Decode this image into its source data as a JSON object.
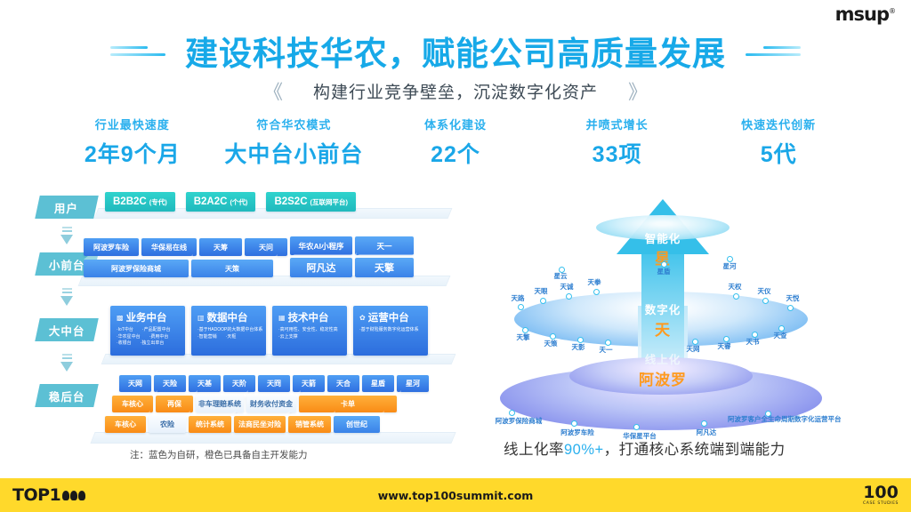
{
  "brand": {
    "name": "msup",
    "mark": "®"
  },
  "header": {
    "title": "建设科技华农，赋能公司高质量发展",
    "subtitle": "构建行业竞争壁垒，沉淀数字化资产",
    "guillemet_left": "《",
    "guillemet_right": "》"
  },
  "metrics": [
    {
      "caption": "行业最快速度",
      "value": "2年9个月"
    },
    {
      "caption": "符合华农模式",
      "value": "大中台小前台"
    },
    {
      "caption": "体系化建设",
      "value": "22个"
    },
    {
      "caption": "并喷式增长",
      "value": "33项"
    },
    {
      "caption": "快速迭代创新",
      "value": "5代"
    }
  ],
  "architecture": {
    "stages": [
      "用户",
      "小前台",
      "大中台",
      "稳后台"
    ],
    "user_row": [
      {
        "label": "B2B2C",
        "sub": "(专代)"
      },
      {
        "label": "B2A2C",
        "sub": "(个代)"
      },
      {
        "label": "B2S2C",
        "sub": "(互联网平台)"
      }
    ],
    "front_left_top": [
      "阿波罗车险",
      "华保易在线",
      "天筹",
      "天问"
    ],
    "front_left_bottom": [
      "阿波罗保险商城",
      "天策"
    ],
    "front_right_top": [
      "华农AI小程序",
      "天一"
    ],
    "front_right_bottom": [
      "阿凡达",
      "天擎"
    ],
    "middle_platforms": [
      {
        "icon": "briefcase-icon",
        "title": "业务中台",
        "bullets": [
          "IoT中台",
          "产品配置中台",
          "华农星中台",
          "费用中台",
          "收银台",
          "独立出单台"
        ]
      },
      {
        "icon": "bar-chart-icon",
        "title": "数据中台",
        "bullets": [
          "基于HADOOP的大数据中台体系",
          "智能营销",
          "天枢"
        ]
      },
      {
        "icon": "chip-icon",
        "title": "技术中台",
        "bullets": [
          "高可用性、安全性、稳定性高",
          "云上支撑"
        ]
      },
      {
        "icon": "gear-icon",
        "title": "运营中台",
        "bullets": [
          "基于财险服务数字化运营体系"
        ]
      }
    ],
    "back_row_1": [
      "天网",
      "天险",
      "天基",
      "天阶",
      "天冏",
      "天箭",
      "天合",
      "星盾",
      "星河"
    ],
    "back_row_2": [
      {
        "label": "车核心",
        "color": "orange"
      },
      {
        "label": "再保",
        "color": "orange"
      },
      {
        "label": "非车理赔系统",
        "color": "white"
      },
      {
        "label": "财务收付资金",
        "color": "white"
      },
      {
        "label": "卡单",
        "color": "orange"
      }
    ],
    "back_row_3": [
      {
        "label": "车核心",
        "color": "orange"
      },
      {
        "label": "农险",
        "color": "white"
      },
      {
        "label": "统计系统",
        "color": "orange"
      },
      {
        "label": "法商民坐对险",
        "color": "orange"
      },
      {
        "label": "销管系统",
        "color": "orange"
      },
      {
        "label": "创世纪",
        "color": "blue"
      }
    ],
    "note": "注：蓝色为自研，橙色已具备自主开发能力"
  },
  "funnel": {
    "tiers": [
      {
        "label": "智能化",
        "keyword": "星"
      },
      {
        "label": "数字化",
        "keyword": "天"
      },
      {
        "label": "线上化",
        "keyword": "阿波罗"
      }
    ],
    "top_ring_nodes": [
      "星云",
      "星盾",
      "星河"
    ],
    "mid_ring_nodes_upper": [
      "天路",
      "天眼",
      "天诚",
      "天拳",
      "天权",
      "天仪",
      "天悦"
    ],
    "mid_ring_nodes_lower": [
      "天擎",
      "天策",
      "天影",
      "天一",
      "天网",
      "天睿",
      "天书",
      "天查"
    ],
    "bottom_ring_nodes": [
      "阿波罗保险商城",
      "阿波罗车险",
      "华保星平台",
      "阿凡达",
      "阿波罗客户全生命周期数字化运营平台"
    ],
    "caption_prefix": "线上化率",
    "caption_highlight": "90%+",
    "caption_suffix": "，打通核心系统端到端能力"
  },
  "footer": {
    "logo_text": "TOP1",
    "url": "www.top100summit.com",
    "right_number": "100",
    "right_sub": "CASE STUDIES"
  }
}
